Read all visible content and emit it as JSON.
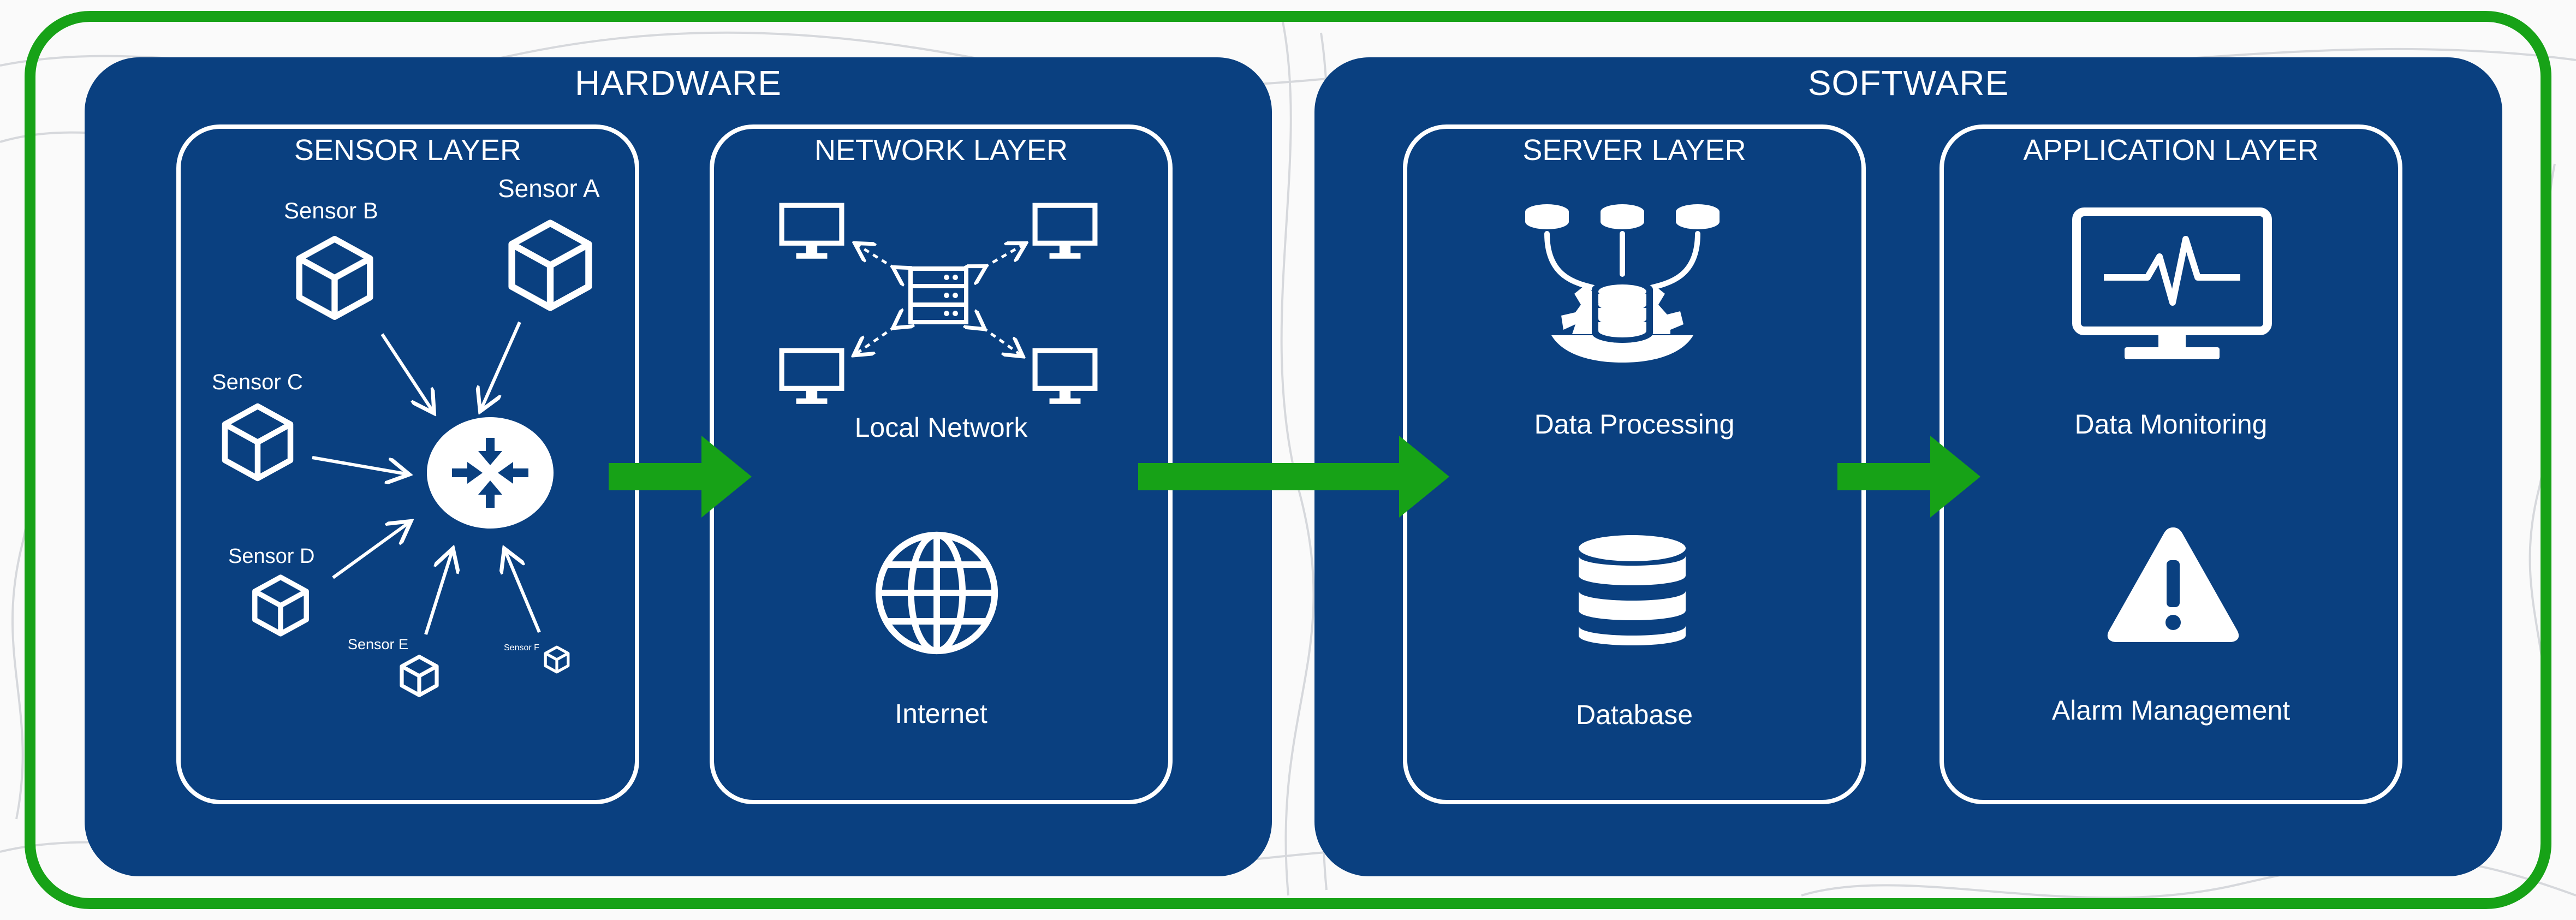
{
  "colors": {
    "frame": "#17a217",
    "panel": "#0a4080",
    "foreground": "#ffffff",
    "flow_arrow": "#17a217",
    "background": "#fafafa"
  },
  "hardware": {
    "title": "HARDWARE",
    "sensor_layer": {
      "title": "SENSOR LAYER",
      "sensors": [
        "Sensor A",
        "Sensor B",
        "Sensor C",
        "Sensor D",
        "Sensor E",
        "Sensor F"
      ],
      "hub_icon": "router-icon"
    },
    "network_layer": {
      "title": "NETWORK LAYER",
      "local_network": "Local Network",
      "internet": "Internet"
    }
  },
  "software": {
    "title": "SOFTWARE",
    "server_layer": {
      "title": "SERVER LAYER",
      "data_processing": "Data Processing",
      "database": "Database"
    },
    "application_layer": {
      "title": "APPLICATION LAYER",
      "data_monitoring": "Data Monitoring",
      "alarm_management": "Alarm Management"
    }
  }
}
